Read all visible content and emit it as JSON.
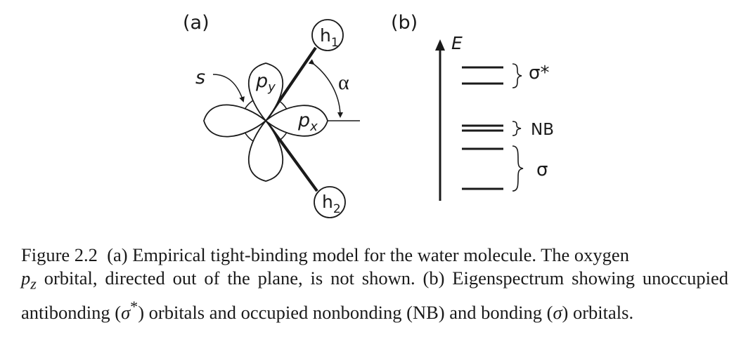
{
  "figure": {
    "panel_a": {
      "tag": "(a)",
      "labels": {
        "s": "s",
        "py_base": "p",
        "py_sub": "y",
        "px_base": "p",
        "px_sub": "x",
        "alpha": "α",
        "h1_base": "h",
        "h1_sub": "1",
        "h2_base": "h",
        "h2_sub": "2"
      }
    },
    "panel_b": {
      "tag": "(b)",
      "axis_label": "E",
      "levels": {
        "sigma_star": "σ*",
        "nb": "NB",
        "sigma": "σ"
      }
    }
  },
  "caption": {
    "figure_number": "Figure 2.2",
    "part_a": "(a) Empirical tight-binding model for the water molecule. The oxygen",
    "pz_base": "p",
    "pz_sub": "z",
    "part_b": " orbital, directed out of the plane, is not shown. (b) Eigenspectrum showing unoccupied antibonding (",
    "sigma_star_sym": "σ",
    "star": "*",
    "part_c": ") orbitals and occupied nonbonding (NB) and bonding (",
    "sigma_sym": "σ",
    "part_d": ") orbitals."
  }
}
